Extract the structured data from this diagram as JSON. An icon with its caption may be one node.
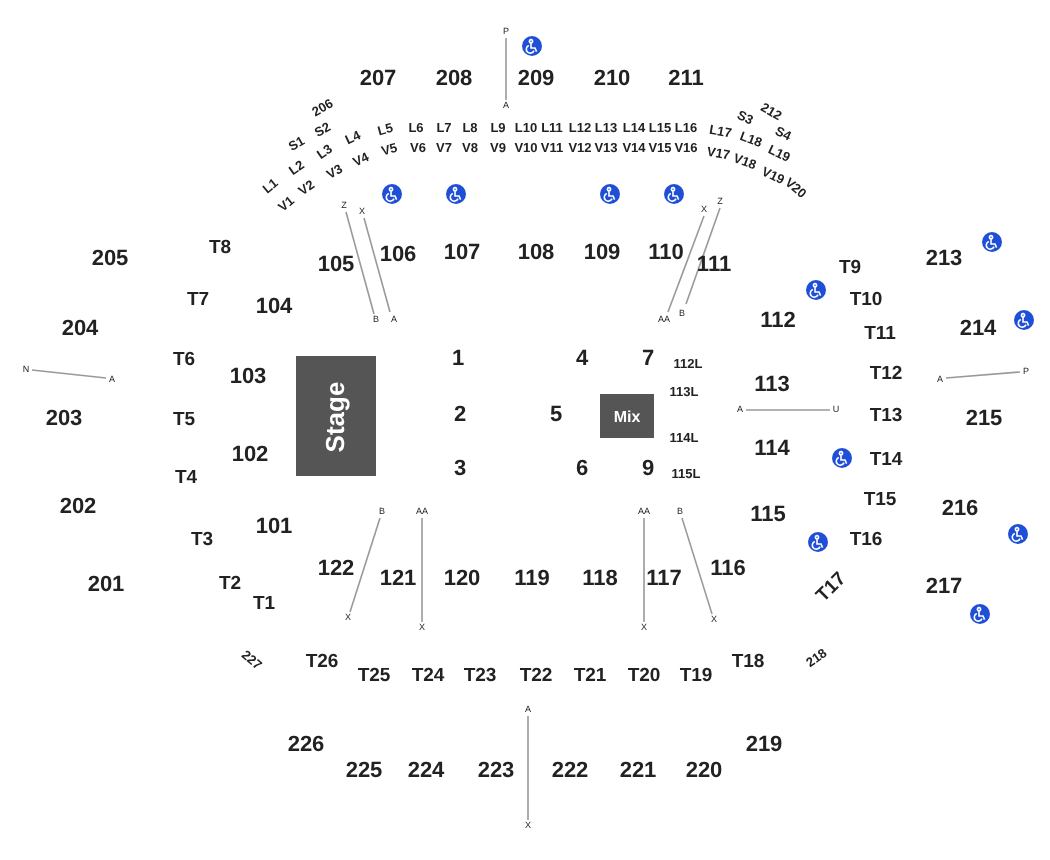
{
  "diagram": {
    "nodes": [
      {
        "text": [
          "Stage"
        ]
      },
      {
        "text": [
          "Mix"
        ]
      }
    ],
    "edges": [],
    "labels": [
      "P",
      "207",
      "208",
      "209",
      "210",
      "211",
      "A",
      "206",
      "S3",
      "212",
      "S1",
      "S2",
      "L4",
      "L5",
      "L6",
      "L7",
      "L8",
      "L9",
      "L10",
      "L11",
      "L12",
      "L13",
      "L14",
      "L15",
      "L16",
      "L17",
      "L18",
      "S4",
      "L1",
      "L2",
      "L3",
      "V4",
      "V5",
      "V6",
      "V7",
      "V8",
      "V9",
      "V10",
      "V11",
      "V12",
      "V13",
      "V14",
      "V15",
      "V16",
      "V17",
      "V18",
      "L19",
      "V1",
      "V2",
      "V3",
      "V19",
      "V20",
      "Z",
      "X",
      "X",
      "Z",
      "205",
      "T8",
      "105",
      "106",
      "107",
      "108",
      "109",
      "110",
      "111",
      "T9",
      "213",
      "T7",
      "104",
      "T10",
      "112",
      "204",
      "T11",
      "214",
      "T6",
      "1",
      "4",
      "7",
      "112L",
      "N",
      "A",
      "A",
      "P",
      "103",
      "T12",
      "113L",
      "113",
      "A",
      "U",
      "203",
      "T5",
      "2",
      "5",
      "T13",
      "215",
      "102",
      "114L",
      "T4",
      "114",
      "3",
      "6",
      "9",
      "T14",
      "115L",
      "202",
      "T15",
      "216",
      "B",
      "A",
      "AA",
      "B",
      "T3",
      "101",
      "115",
      "T16",
      "B",
      "AA",
      "AA",
      "B",
      "122",
      "121",
      "120",
      "119",
      "118",
      "117",
      "116",
      "201",
      "T2",
      "T17",
      "217",
      "T1",
      "X",
      "X",
      "X",
      "X",
      "227",
      "T26",
      "T18",
      "218",
      "T25",
      "T24",
      "T23",
      "T22",
      "T21",
      "T20",
      "T19",
      "A",
      "226",
      "219",
      "225",
      "224",
      "223",
      "222",
      "221",
      "220",
      "X"
    ]
  }
}
